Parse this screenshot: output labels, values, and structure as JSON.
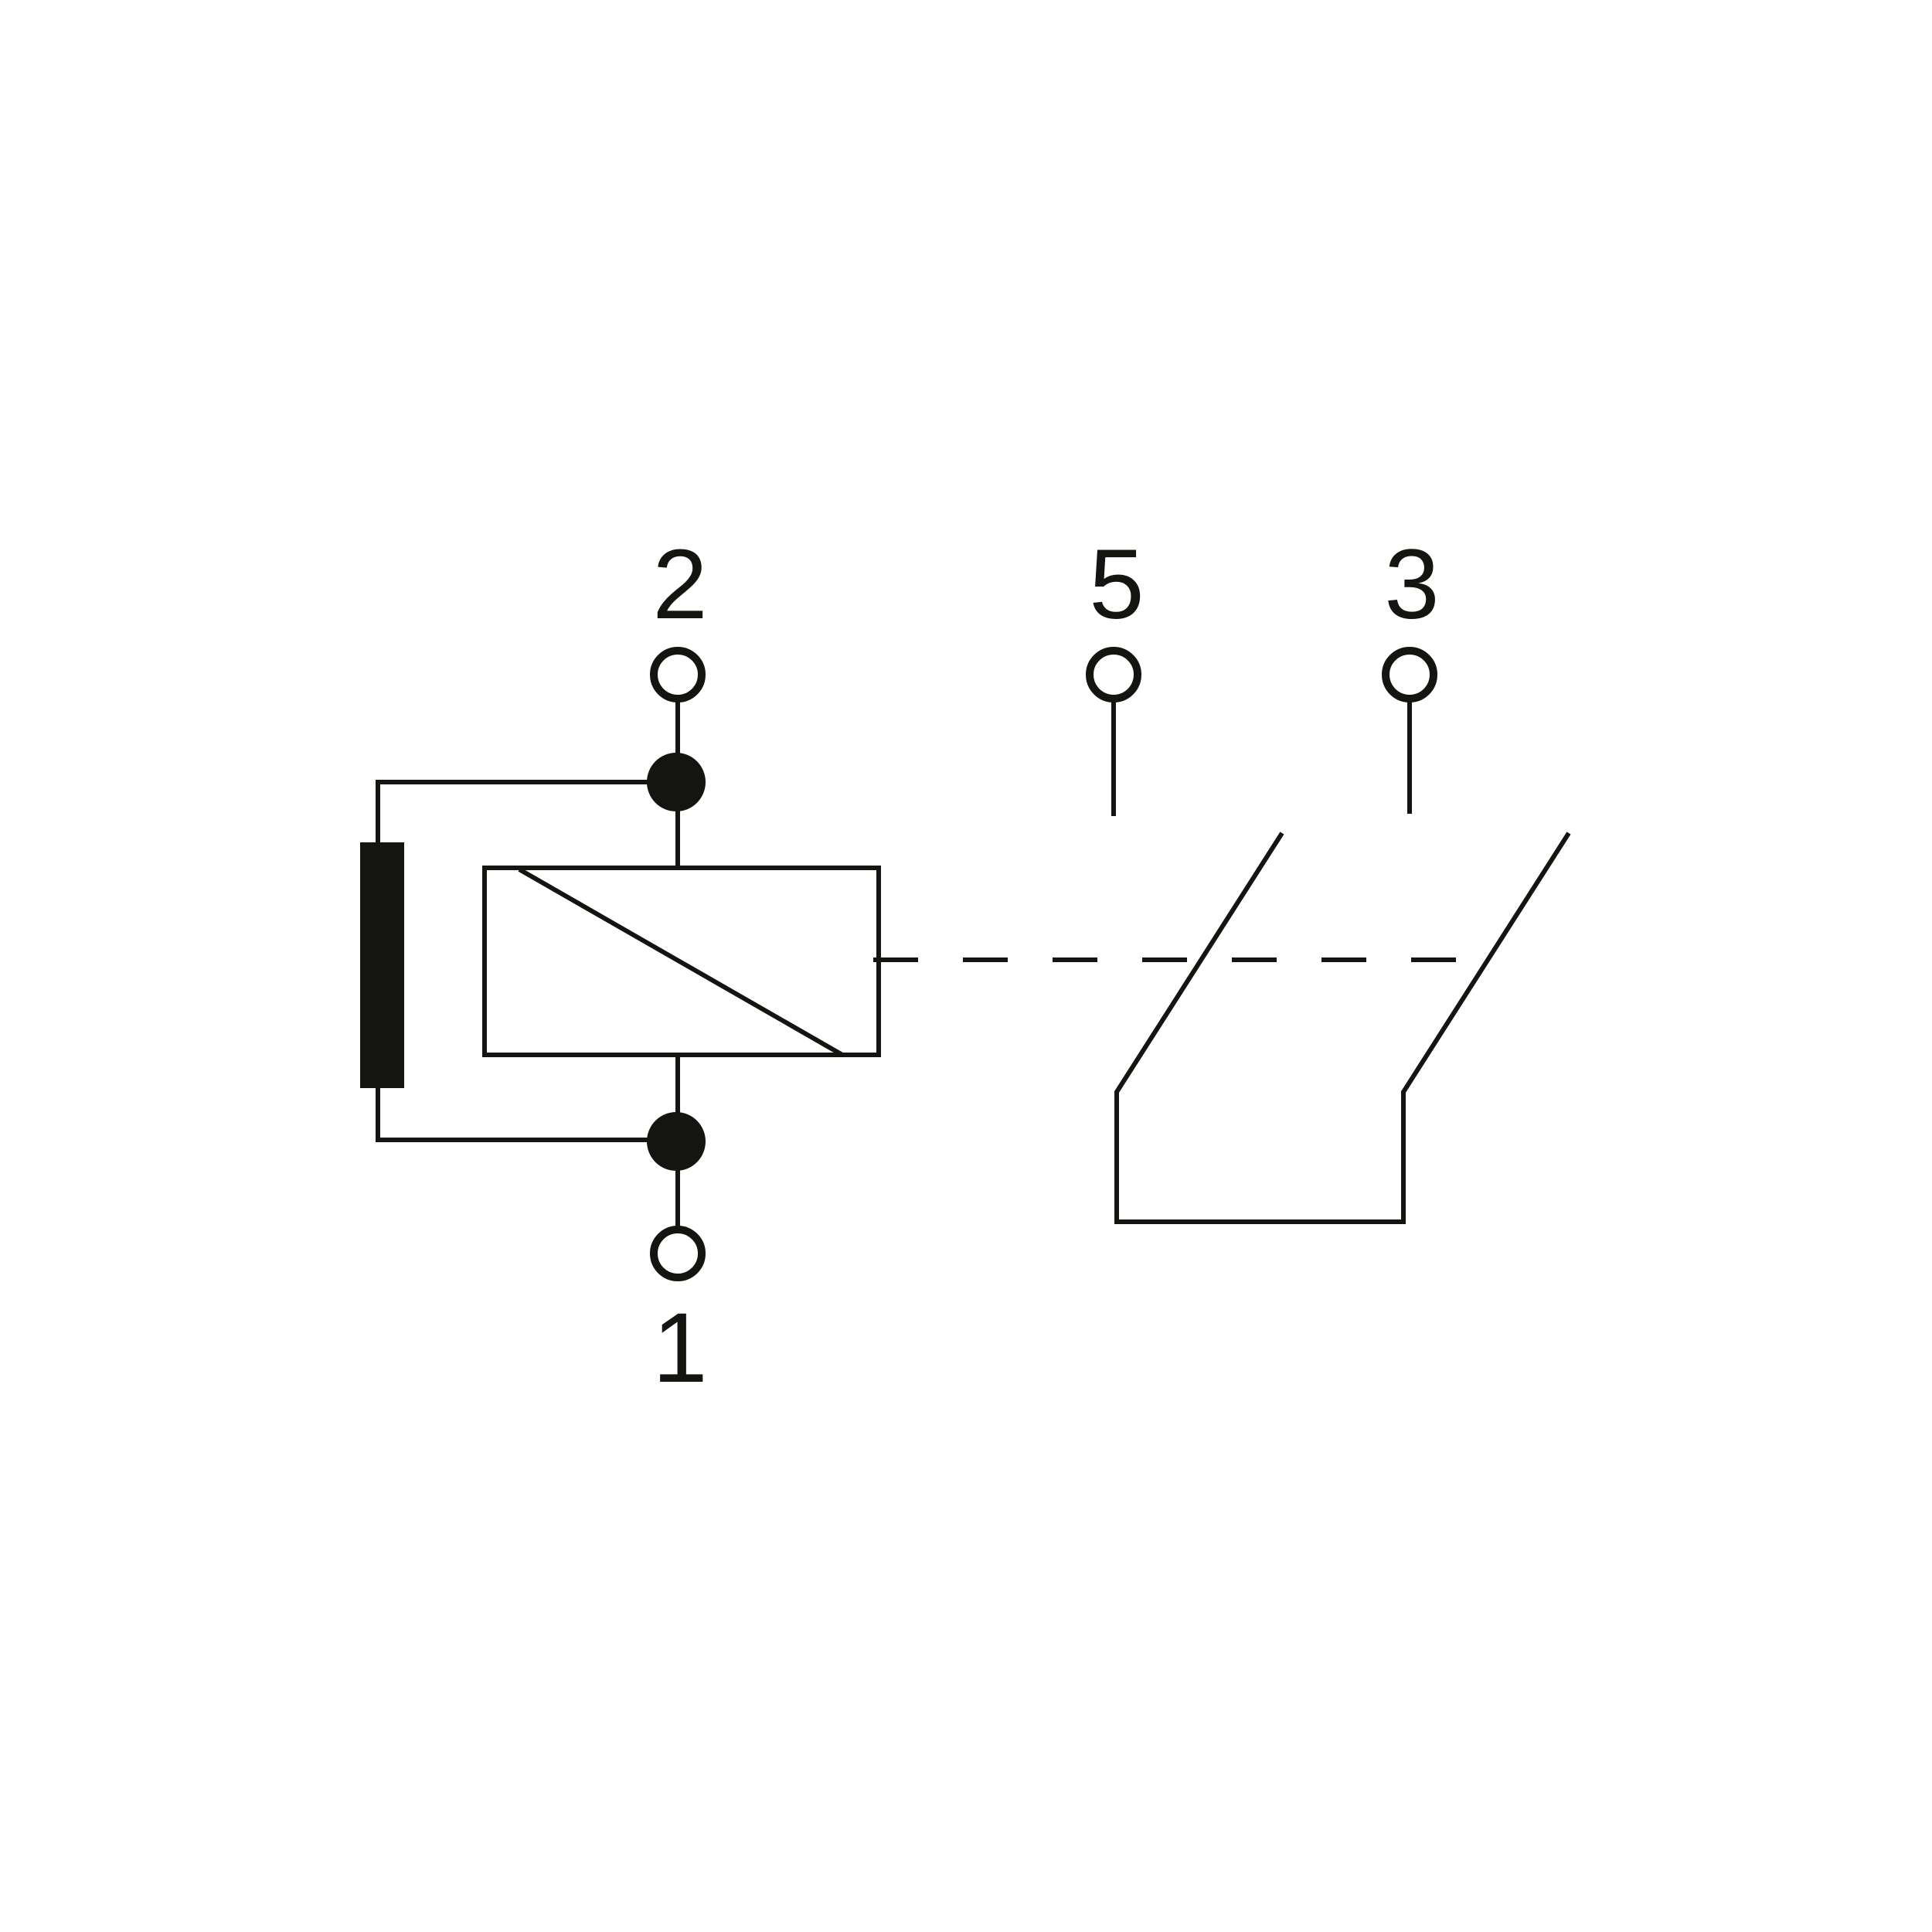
{
  "terminals": {
    "pin2": {
      "label": "2"
    },
    "pin1": {
      "label": "1"
    },
    "pin5": {
      "label": "5"
    },
    "pin3": {
      "label": "3"
    }
  },
  "colors": {
    "line": "#141411",
    "background": "#ffffff"
  }
}
